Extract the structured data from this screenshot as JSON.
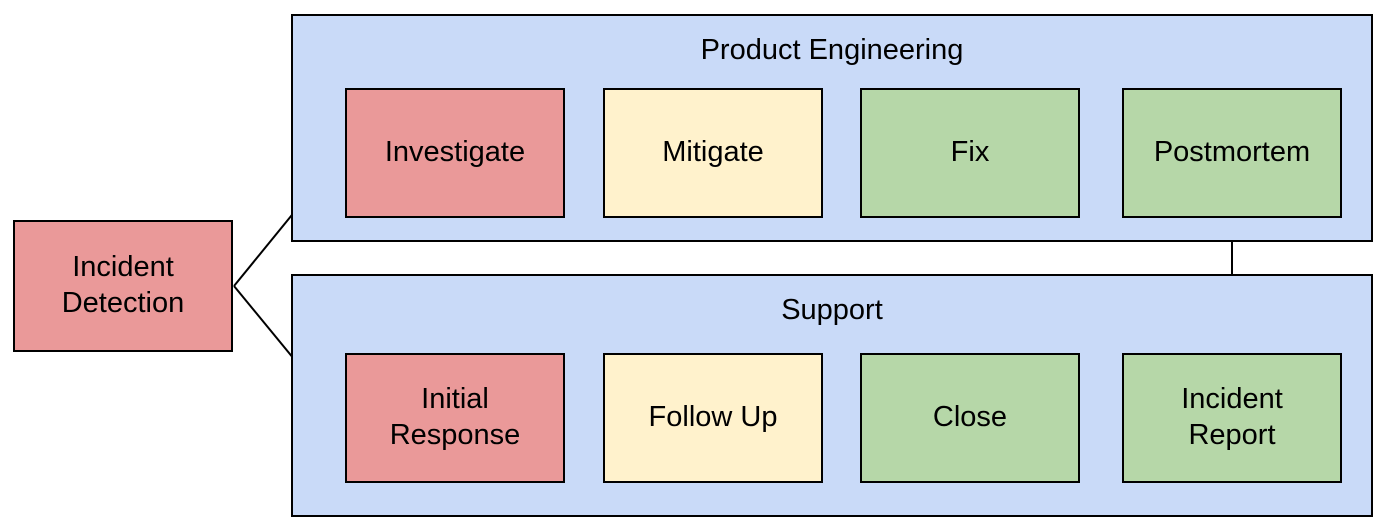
{
  "diagram": {
    "type": "flowchart",
    "source_node": {
      "label": "Incident Detection",
      "color": "#ea9999"
    },
    "lanes": [
      {
        "title": "Product Engineering",
        "background": "#c9daf8",
        "nodes": [
          {
            "label": "Investigate",
            "color": "#ea9999"
          },
          {
            "label": "Mitigate",
            "color": "#fff2cc"
          },
          {
            "label": "Fix",
            "color": "#b6d7a8"
          },
          {
            "label": "Postmortem",
            "color": "#b6d7a8"
          }
        ]
      },
      {
        "title": "Support",
        "background": "#c9daf8",
        "nodes": [
          {
            "label": "Initial Response",
            "color": "#ea9999"
          },
          {
            "label": "Follow Up",
            "color": "#fff2cc"
          },
          {
            "label": "Close",
            "color": "#b6d7a8"
          },
          {
            "label": "Incident Report",
            "color": "#b6d7a8"
          }
        ]
      }
    ],
    "edges": [
      {
        "from": "Incident Detection",
        "to": "Investigate"
      },
      {
        "from": "Incident Detection",
        "to": "Initial Response"
      },
      {
        "from": "Investigate",
        "to": "Mitigate"
      },
      {
        "from": "Mitigate",
        "to": "Fix"
      },
      {
        "from": "Fix",
        "to": "Postmortem"
      },
      {
        "from": "Postmortem",
        "to": "Incident Report"
      },
      {
        "from": "Initial Response",
        "to": "Follow Up"
      },
      {
        "from": "Follow Up",
        "to": "Close"
      },
      {
        "from": "Close",
        "to": "Incident Report"
      }
    ],
    "colors": {
      "lane_background": "#c9daf8",
      "node_red": "#ea9999",
      "node_yellow": "#fff2cc",
      "node_green": "#b6d7a8",
      "border": "#000000",
      "text": "#000000",
      "page_background": "#ffffff"
    }
  }
}
